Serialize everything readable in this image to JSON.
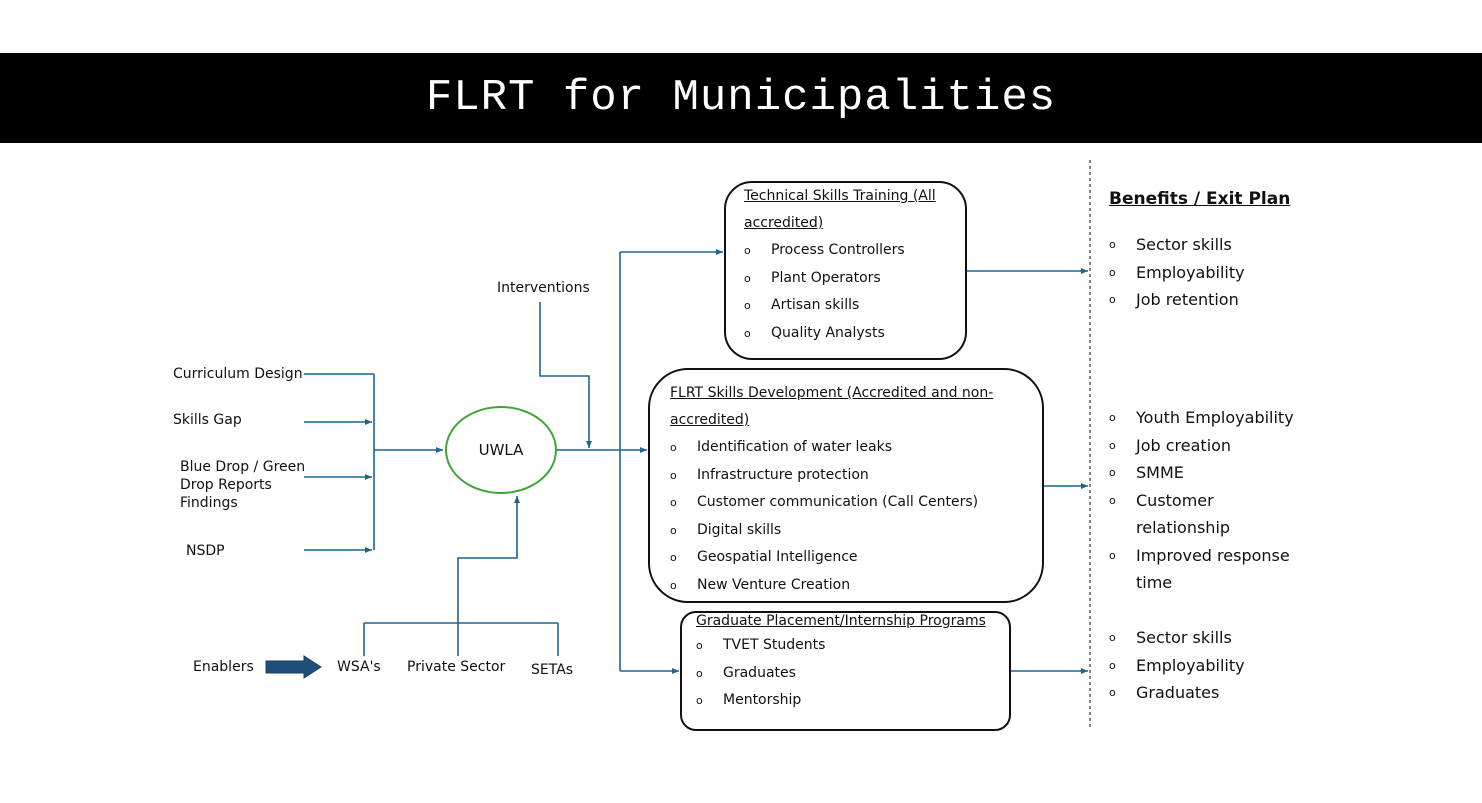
{
  "title": "FLRT for Municipalities",
  "inputs": {
    "curriculum_design": "Curriculum Design",
    "skills_gap": "Skills Gap",
    "blue_drop_line1": "Blue Drop / Green",
    "blue_drop_line2": "Drop Reports",
    "blue_drop_line3": "Findings",
    "nsdp": "NSDP"
  },
  "interventions": "Interventions",
  "center": "UWLA",
  "enablers": {
    "label": "Enablers",
    "items": [
      "WSA's",
      "Private Sector",
      "SETAs"
    ]
  },
  "boxes": {
    "technical": {
      "title_line1": "Technical Skills Training (All",
      "title_line2": "accredited)",
      "items": [
        "Process Controllers",
        "Plant Operators",
        "Artisan skills",
        "Quality Analysts"
      ]
    },
    "flrt": {
      "title_line1": "FLRT Skills Development (Accredited and non-",
      "title_line2": "accredited)",
      "items": [
        "Identification of water leaks",
        "Infrastructure protection",
        "Customer communication (Call Centers)",
        "Digital skills",
        "Geospatial Intelligence",
        "New Venture Creation"
      ]
    },
    "graduate": {
      "title": "Graduate Placement/Internship Programs",
      "items": [
        "TVET Students",
        "Graduates",
        "Mentorship"
      ]
    }
  },
  "benefits": {
    "title": "Benefits / Exit Plan",
    "group1": [
      "Sector skills",
      "Employability",
      "Job retention"
    ],
    "group2": [
      "Youth Employability",
      "Job creation",
      "SMME",
      "Customer",
      "relationship",
      "Improved response",
      "time"
    ],
    "group3": [
      "Sector skills",
      "Employability",
      "Graduates"
    ]
  },
  "colors": {
    "connector": "#1f6391",
    "ellipse": "#3fa535",
    "banner": "#000000"
  }
}
